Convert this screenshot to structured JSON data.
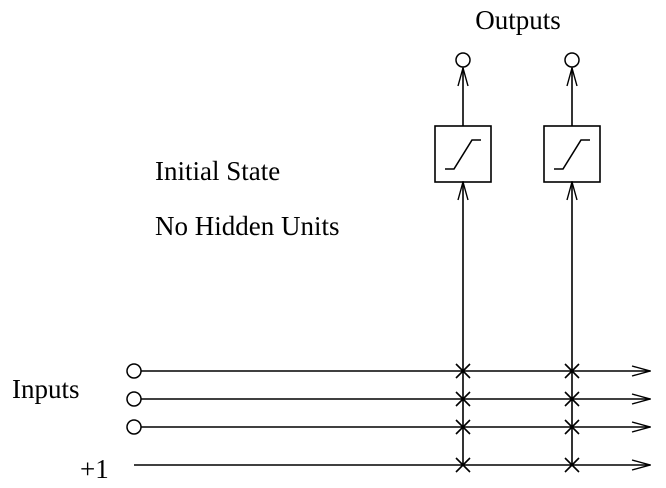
{
  "labels": {
    "outputs": "Outputs",
    "state": "Initial State",
    "hidden": "No Hidden Units",
    "inputs": "Inputs",
    "bias": "+1"
  },
  "diagram": {
    "input_count": 3,
    "bias_lines": 1,
    "output_unit_count": 2,
    "unit_activation_icon": "sigmoid-icon",
    "connection_icon": "cross-icon",
    "line_color": "#000000",
    "background_color": "#ffffff"
  }
}
